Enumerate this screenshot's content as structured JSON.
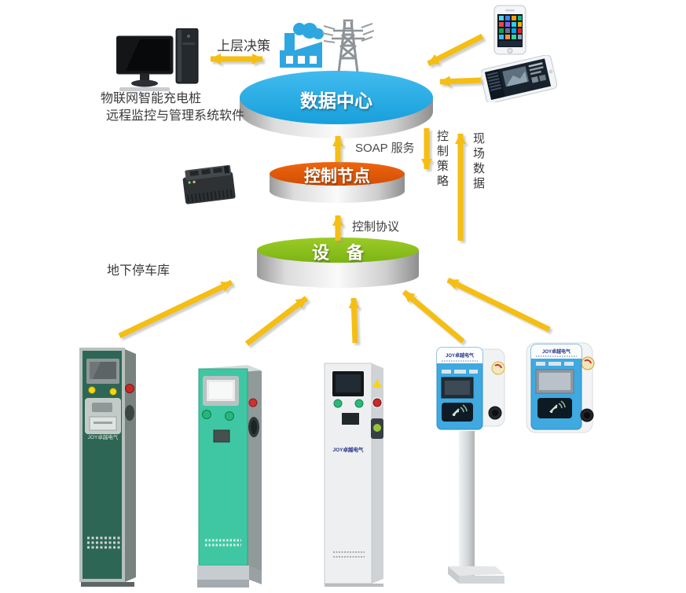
{
  "labels": {
    "caption1": "物联网智能充电桩",
    "caption2": "远程监控与管理系统软件",
    "decision": "上层决策",
    "data_center": "数据中心",
    "soap": "SOAP 服务",
    "control_strategy": "控制策略",
    "field_data": "现场数据",
    "control_node": "控制节点",
    "control_protocol": "控制协议",
    "device": "设　备",
    "parking": "地下停车库",
    "brand": "JOY卓越电气"
  },
  "colors": {
    "data_center": "#29abe2",
    "control_node": "#e2570b",
    "device_layer": "#8fc31f",
    "arrow": "#f5be12",
    "pile_dark_green": "#2e6656",
    "pile_teal": "#3fc7a4",
    "pile_white": "#edeff1",
    "wallbox_blue": "#3fa9e0"
  },
  "icons": {
    "computer-icon": "desktop workstation",
    "factory-icon": "power plant",
    "grid-tower-icon": "transmission tower",
    "smartphone-icon": "smartphone",
    "tablet-icon": "tablet",
    "controller-icon": "embedded controller module",
    "charging-pile-icon": "EV charging pile"
  }
}
